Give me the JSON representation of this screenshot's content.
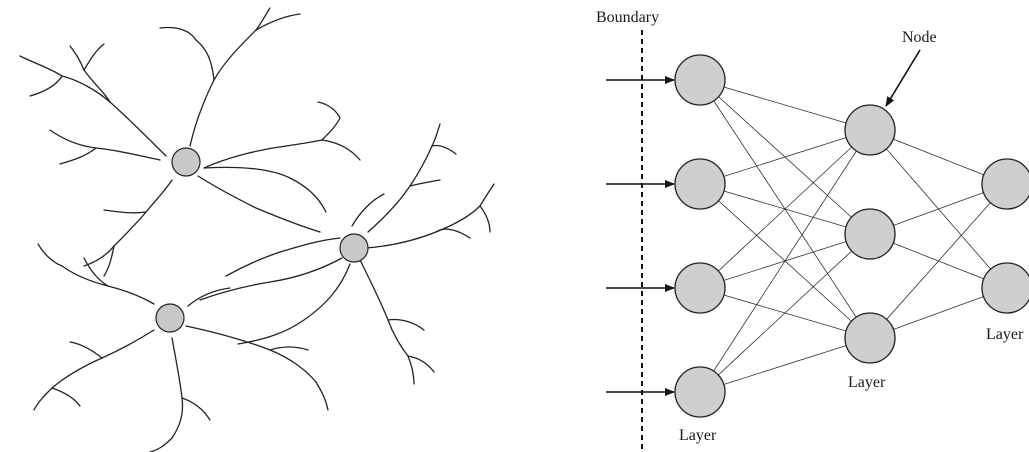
{
  "labels": {
    "boundary": "Boundary",
    "node": "Node",
    "input_layer": "Layer",
    "hidden_layer": "Layer",
    "output_layer": "Layer"
  },
  "network": {
    "layers": [
      {
        "name": "input",
        "node_count": 4
      },
      {
        "name": "hidden",
        "node_count": 3
      },
      {
        "name": "output",
        "node_count": 2
      }
    ],
    "fully_connected": true,
    "input_arrow_count": 4
  },
  "neurons": {
    "cell_count": 3
  },
  "colors": {
    "node_fill": "#cfcfcf",
    "line": "#222222",
    "background": "#ffffff"
  }
}
